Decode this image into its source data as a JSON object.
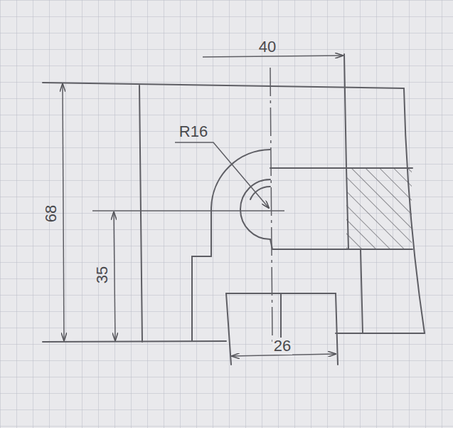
{
  "diagram": {
    "labels": [
      "40",
      "R16",
      "68",
      "35",
      "26"
    ]
  }
}
